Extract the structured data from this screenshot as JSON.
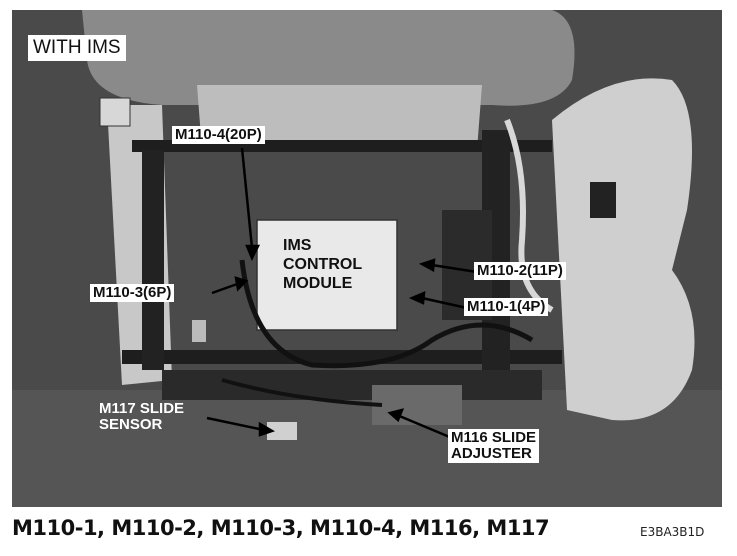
{
  "photo": {
    "badge": "WITH IMS",
    "module_label": [
      "IMS",
      "CONTROL",
      "MODULE"
    ],
    "callouts": {
      "m110_4": "M110-4(20P)",
      "m110_3": "M110-3(6P)",
      "m110_2": "M110-2(11P)",
      "m110_1": "M110-1(4P)",
      "m117": [
        "M117 SLIDE",
        "SENSOR"
      ],
      "m116": [
        "M116 SLIDE",
        "ADJUSTER"
      ]
    }
  },
  "caption": {
    "connectors": "M110-1, M110-2, M110-3, M110-4, M116, M117",
    "figure_code": "E3BA3B1D"
  }
}
